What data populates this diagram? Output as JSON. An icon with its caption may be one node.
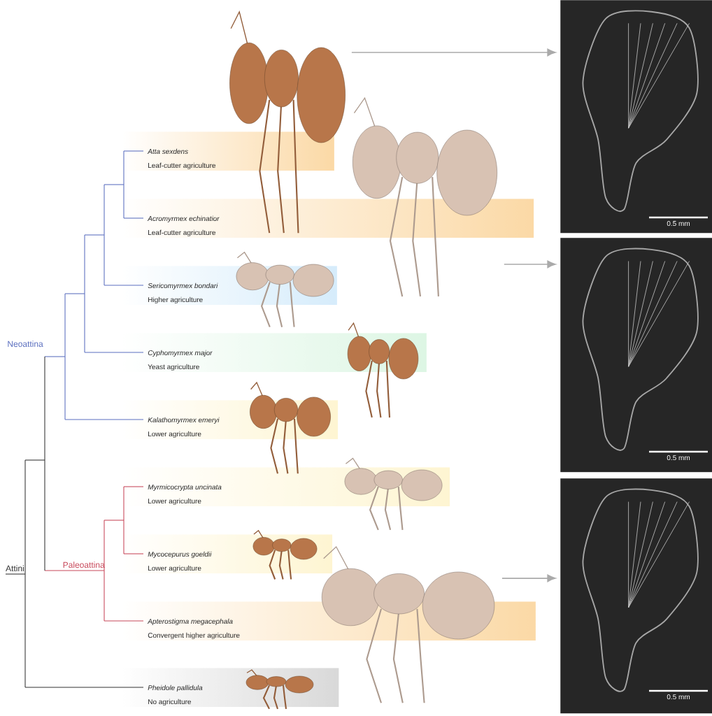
{
  "diagram": {
    "nodes": [
      {
        "text": [
          "Atta sexdens",
          "Leaf-cutter agriculture"
        ]
      },
      {
        "text": [
          "Acromyrmex echinatior",
          "Leaf-cutter agriculture"
        ]
      },
      {
        "text": [
          "Sericomyrmex bondari",
          "Higher agriculture"
        ]
      },
      {
        "text": [
          "Cyphomyrmex major",
          "Yeast agriculture"
        ]
      },
      {
        "text": [
          "Kalathomyrmex emeryi",
          "Lower agriculture"
        ]
      },
      {
        "text": [
          "Myrmicocrypta uncinata",
          "Lower agriculture"
        ]
      },
      {
        "text": [
          "Mycocepurus goeldii",
          "Lower agriculture"
        ]
      },
      {
        "text": [
          "Apterostigma megacephala",
          "Convergent higher agriculture"
        ]
      },
      {
        "text": [
          "Pheidole pallidula",
          "No agriculture"
        ]
      },
      {
        "text": [],
        "shape": "picture"
      },
      {
        "text": [],
        "shape": "picture"
      },
      {
        "text": [],
        "shape": "picture"
      },
      {
        "text": [],
        "shape": "picture"
      },
      {
        "text": [],
        "shape": "picture"
      },
      {
        "text": [],
        "shape": "picture"
      },
      {
        "text": [],
        "shape": "picture"
      },
      {
        "text": [],
        "shape": "picture"
      },
      {
        "text": [],
        "shape": "picture"
      },
      {
        "text": [],
        "shape": "picture"
      },
      {
        "text": [],
        "shape": "picture"
      },
      {
        "text": [],
        "shape": "picture"
      }
    ],
    "edges": [
      {
        "from": 9,
        "to": 18,
        "arrow": "to"
      },
      {
        "from": 10,
        "to": 19,
        "arrow": "to"
      },
      {
        "from": 16,
        "to": 20,
        "arrow": "to"
      }
    ],
    "labels": [
      "0.5 mm",
      "Neoattina",
      "0.5 mm",
      "Paleoattina",
      "Attini",
      "0.5 mm"
    ]
  }
}
